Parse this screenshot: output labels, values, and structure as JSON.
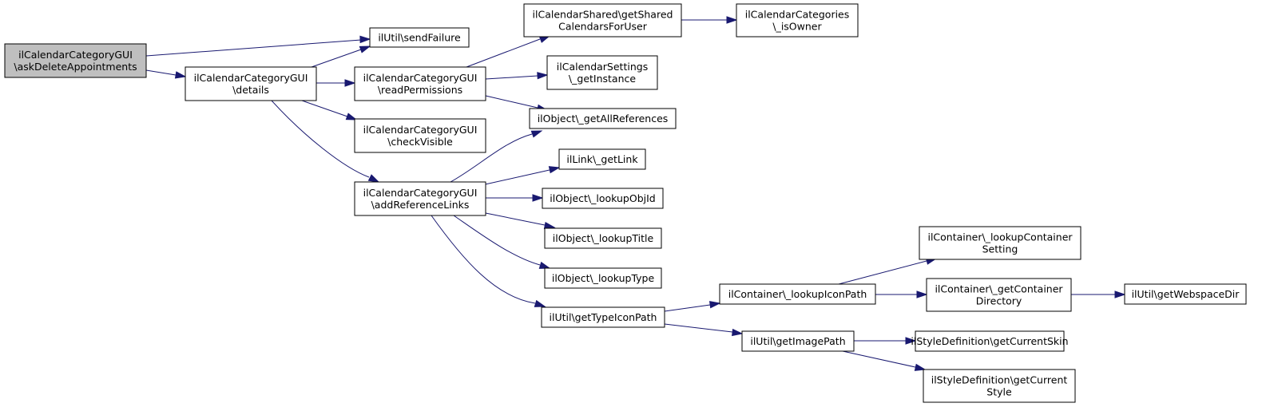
{
  "nodes": {
    "askDelete": [
      "ilCalendarCategoryGUI",
      "\\askDeleteAppointments"
    ],
    "details": [
      "ilCalendarCategoryGUI",
      "\\details"
    ],
    "sendFailure": [
      "ilUtil\\sendFailure"
    ],
    "readPermissions": [
      "ilCalendarCategoryGUI",
      "\\readPermissions"
    ],
    "checkVisible": [
      "ilCalendarCategoryGUI",
      "\\checkVisible"
    ],
    "addReferenceLinks": [
      "ilCalendarCategoryGUI",
      "\\addReferenceLinks"
    ],
    "getShared": [
      "ilCalendarShared\\getShared",
      "CalendarsForUser"
    ],
    "isOwner": [
      "ilCalendarCategories",
      "\\_isOwner"
    ],
    "settingsGetInstance": [
      "ilCalendarSettings",
      "\\_getInstance"
    ],
    "getAllReferences": [
      "ilObject\\_getAllReferences"
    ],
    "getLink": [
      "ilLink\\_getLink"
    ],
    "lookupObjId": [
      "ilObject\\_lookupObjId"
    ],
    "lookupTitle": [
      "ilObject\\_lookupTitle"
    ],
    "lookupType": [
      "ilObject\\_lookupType"
    ],
    "getTypeIconPath": [
      "ilUtil\\getTypeIconPath"
    ],
    "lookupIconPath": [
      "ilContainer\\_lookupIconPath"
    ],
    "lookupContainerSetting": [
      "ilContainer\\_lookupContainer",
      "Setting"
    ],
    "getContainerDirectory": [
      "ilContainer\\_getContainer",
      "Directory"
    ],
    "getWebspaceDir": [
      "ilUtil\\getWebspaceDir"
    ],
    "getImagePath": [
      "ilUtil\\getImagePath"
    ],
    "getCurrentSkin": [
      "ilStyleDefinition\\getCurrentSkin"
    ],
    "getCurrentStyle": [
      "ilStyleDefinition\\getCurrent",
      "Style"
    ]
  },
  "colors": {
    "root_fill": "#bfbfbf",
    "node_fill": "#ffffff",
    "node_border": "#000000",
    "edge": "#191970"
  }
}
